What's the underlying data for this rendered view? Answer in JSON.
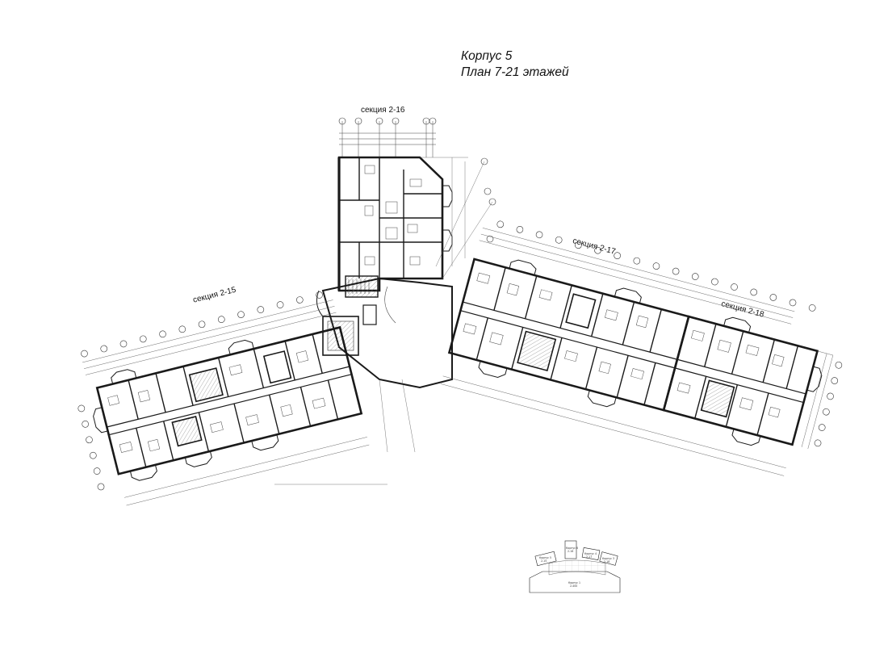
{
  "title": {
    "line1": "Корпус  5",
    "line2": "План 7-21 этажей"
  },
  "sections": {
    "s15": "секция 2-15",
    "s16": "секция 2-16",
    "s17": "секция 2-17",
    "s18": "секция 2-18"
  },
  "key_plan": {
    "buildings": [
      {
        "name": "Корпус 6",
        "sub": "2-16"
      },
      {
        "name": "Корпус 4",
        "sub": "2-17"
      },
      {
        "name": "Корпус 3",
        "sub": "2-18"
      },
      {
        "name": "Корпус 5",
        "sub": "2-15"
      },
      {
        "name": "Корпус 1",
        "sub": "2-400"
      }
    ]
  },
  "colors": {
    "ink": "#111111",
    "wall": "#1a1a1a",
    "thin": "#444444",
    "hatch": "#777777"
  }
}
